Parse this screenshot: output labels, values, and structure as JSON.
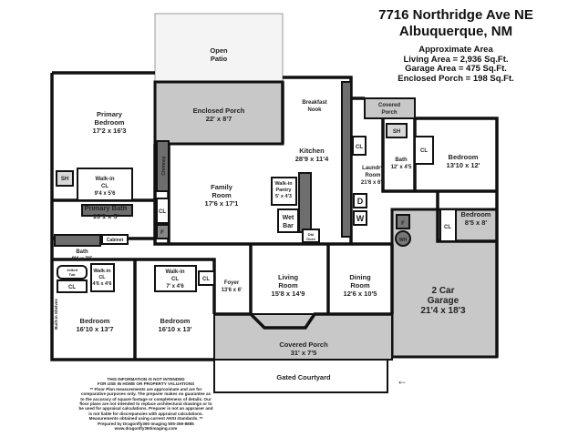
{
  "header": {
    "address_line1": "7716 Northridge Ave NE",
    "address_line2": "Albuquerque, NM"
  },
  "area": {
    "title": "Approximate Area",
    "living": "Living Area = 2,936 Sq.Ft.",
    "garage": "Garage Area = 475 Sq.Ft.",
    "porch": "Enclosed Porch = 198 Sq.Ft."
  },
  "rooms": {
    "open_patio": {
      "name": "Open",
      "name2": "Patio"
    },
    "enclosed_porch": {
      "name": "Enclosed Porch",
      "dim": "22' x 8'7"
    },
    "primary_bedroom": {
      "name": "Primary",
      "name2": "Bedroom",
      "dim": "17'2 x 16'3"
    },
    "sh1": "SH",
    "walkin_cl1": {
      "name": "Walk-in",
      "name2": "CL",
      "dim": "9'4 x 5'6"
    },
    "primary_bath": {
      "name": "Primary Bath",
      "dim": "13'1 x 5'"
    },
    "cabinet": "Cabinet",
    "bath1": {
      "name": "Bath",
      "dim": "8'1 x 7'5"
    },
    "chimney": "Chimney",
    "cl_family": "CL",
    "f_family": "F",
    "family_room": {
      "name": "Family",
      "name2": "Room",
      "dim": "17'6 x 17'1"
    },
    "breakfast_nook": {
      "name": "Breakfast",
      "name2": "Nook"
    },
    "kitchen": {
      "name": "Kitchen",
      "dim": "28'9 x 11'4"
    },
    "pantry": {
      "name": "Walk-in",
      "name2": "Pantry",
      "dim": "5' x 4'3"
    },
    "wet_bar": {
      "name": "Wet",
      "name2": "Bar"
    },
    "dbl_oven": {
      "name": "Dbl",
      "name2": "Oven"
    },
    "covered_porch_top": {
      "name": "Covered",
      "name2": "Porch"
    },
    "cl_laundry": "CL",
    "laundry": {
      "name": "Laundry",
      "name2": "Room",
      "dim": "21'6 x 6'5"
    },
    "dryer": "D",
    "washer": "W",
    "sh2": "SH",
    "bath2": {
      "name": "Bath",
      "dim": "12' x 4'5"
    },
    "cl_bed1": "CL",
    "bedroom1": {
      "name": "Bedroom",
      "dim": "13'10 x 12'"
    },
    "bedroom2": {
      "name": "Bedroom",
      "dim": "8'5 x 8'"
    },
    "cl_bed2": "CL",
    "garage": {
      "name": "2 Car",
      "name2": "Garage",
      "dim": "21'4 x 18'3"
    },
    "f_garage": "F",
    "water_heater": "WH",
    "jetted_tub": {
      "name": "Jetted",
      "name2": "Tub"
    },
    "cl_bed3": "CL",
    "walkin_cl2": {
      "name": "Walk-in",
      "name2": "CL",
      "dim": "4'6 x 4'6"
    },
    "builtin_shelves": "Built-in Shelves",
    "bedroom3": {
      "name": "Bedroom",
      "dim": "16'10 x 13'7"
    },
    "walkin_cl3": {
      "name": "Walk-in",
      "name2": "CL",
      "dim": "7' x 4'6"
    },
    "cl_bed4": "CL",
    "bedroom4": {
      "name": "Bedroom",
      "dim": "16'10 x 13'"
    },
    "foyer": {
      "name": "Foyer",
      "dim": "13'6 x 6'"
    },
    "living_room": {
      "name": "Living",
      "name2": "Room",
      "dim": "15'8 x 14'9"
    },
    "dining_room": {
      "name": "Dining",
      "name2": "Room",
      "dim": "12'6 x 10'5"
    },
    "covered_porch": {
      "name": "Covered Porch",
      "dim": "31' x 7'5"
    },
    "gated_courtyard": {
      "name": "Gated Courtyard"
    }
  },
  "disclaimer": [
    "THIS INFORMATION IS NOT INTENDED",
    "FOR USE IN HOME OR PROPERTY VALUATIONS",
    "** Floor Plan measurements are approximate and are for",
    "comparative purposes only. The preparer makes no guarantee as",
    "to the accuracy of square footage or completeness of details. Our",
    "floor plans are not intended to replace architectural drawings or to",
    "be used for appraisal calculations. Preparer is not an appraiser and",
    "is not liable for discrepancies with appraisal calculations.",
    "Measurements obtained using current ANSI standards. **",
    "Prepared by Dragonfly360 Imaging 505-359-8885",
    "www.dragonfly360imaging.com"
  ],
  "colors": {
    "wall": "#111111",
    "porch_fill": "#c8c8c8",
    "fixture_fill": "#6e6e6e",
    "closet_fill": "#d8d8d8"
  }
}
